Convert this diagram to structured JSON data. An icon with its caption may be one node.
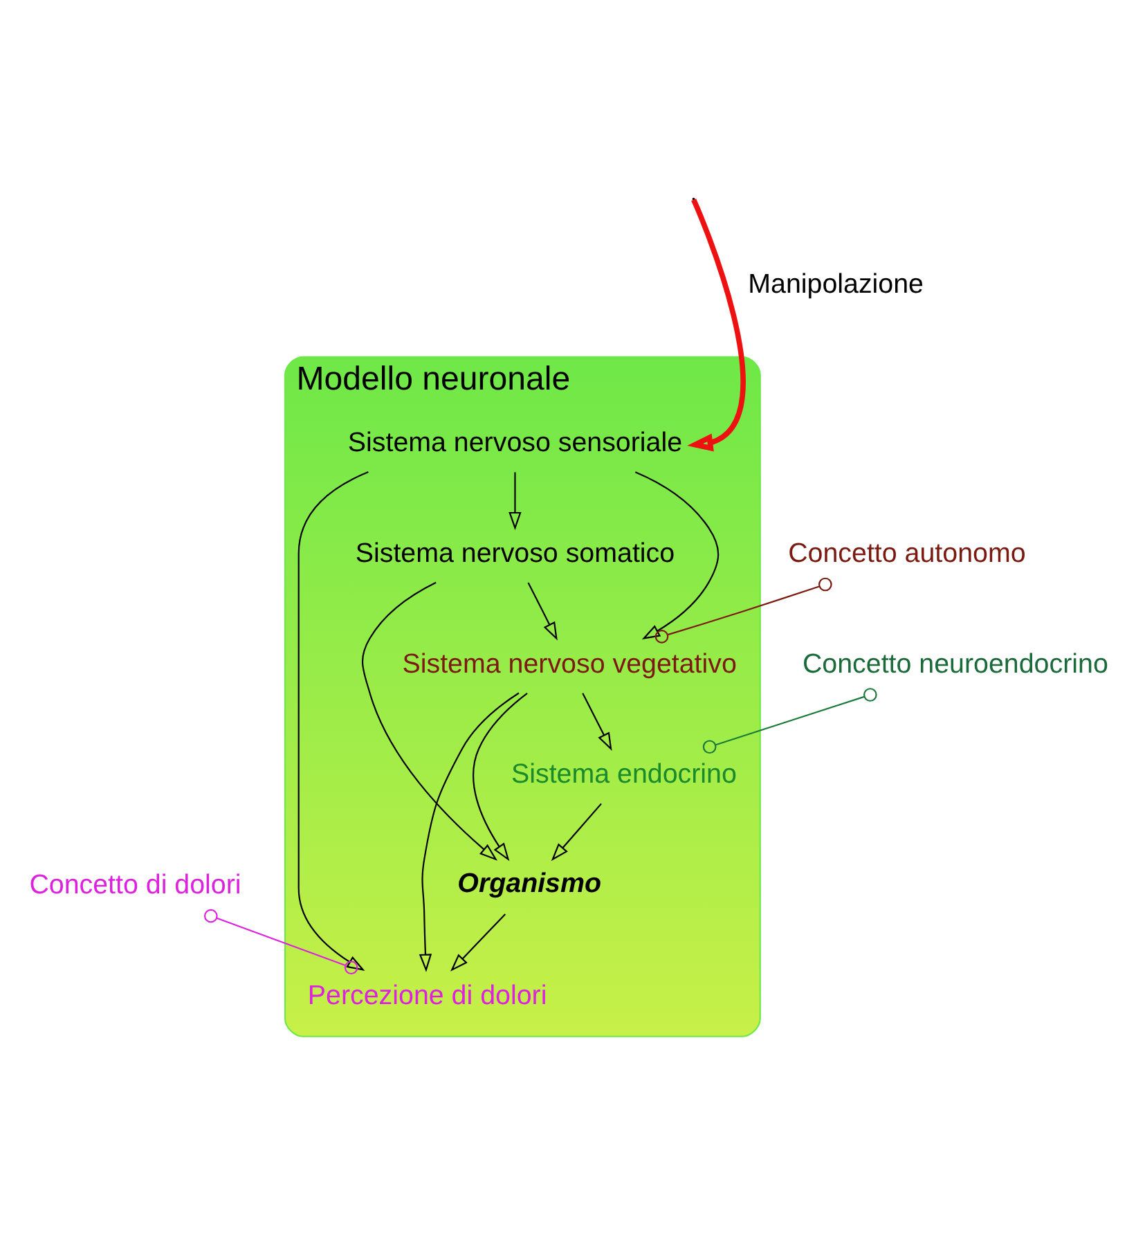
{
  "diagram": {
    "nodes": [
      {
        "text": [
          "Modello neuronale"
        ]
      },
      {
        "text": [
          "Organismo"
        ],
        "in": 0
      },
      {
        "text": [
          "Percezione di dolori"
        ],
        "in": 0
      },
      {
        "text": [
          "Sistema nervoso somatico"
        ],
        "in": 0
      },
      {
        "text": [
          "Sistema nervoso sensoriale"
        ],
        "in": 0
      },
      {
        "text": [
          "Sistema nervoso vegetativo"
        ],
        "in": 0
      },
      {
        "text": [
          "Sistema endocrino"
        ],
        "in": 0
      },
      {
        "text": [
          "Concetto di dolori"
        ]
      },
      {
        "text": [
          "Concetto autonomo"
        ]
      },
      {
        "text": [
          "Concetto neuroendocrino"
        ]
      }
    ],
    "edges": [
      {
        "from": 1,
        "to": 2,
        "arrow": "to"
      },
      {
        "from": 3,
        "to": 1,
        "arrow": "to"
      },
      {
        "from": 3,
        "to": 5,
        "arrow": "to"
      },
      {
        "from": 5,
        "to": 2,
        "arrow": "to"
      },
      {
        "from": 4,
        "to": 3,
        "arrow": "to"
      },
      {
        "from": 4,
        "to": 2,
        "arrow": "to"
      },
      {
        "from": 4,
        "to": 5,
        "arrow": "to"
      },
      {
        "from": 5,
        "to": 6,
        "arrow": "to"
      },
      {
        "from": 6,
        "to": 1,
        "arrow": "to"
      },
      {
        "from": 5,
        "to": 1,
        "arrow": "to"
      },
      {
        "from": null,
        "to": 4,
        "arrow": "to",
        "label": "Manipolazione",
        "style": "thick",
        "color": "#ee1111"
      },
      {
        "from": 7,
        "to": 2,
        "arrow": "other",
        "color": "#dd22dd"
      },
      {
        "from": 8,
        "to": 5,
        "arrow": "other",
        "color": "#7a1a10"
      },
      {
        "from": 9,
        "to": 6,
        "arrow": "other",
        "color": "#1a7a3a"
      }
    ]
  }
}
